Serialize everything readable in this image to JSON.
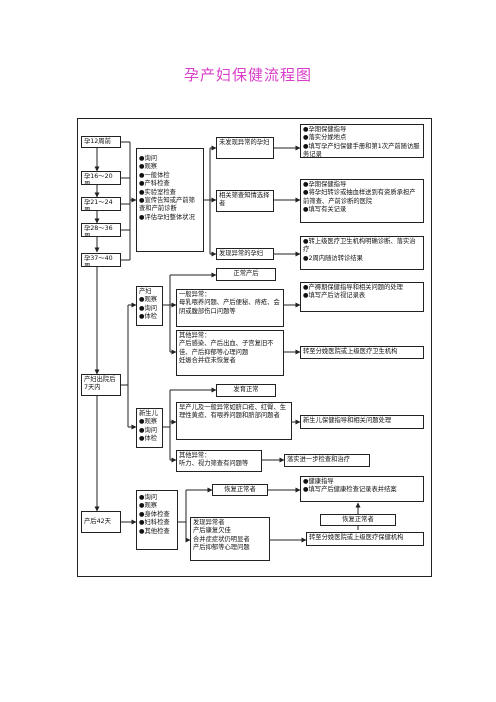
{
  "title": "孕产妇保健流程图",
  "stages": [
    "孕12周前",
    "孕16～20周",
    "孕21～24周",
    "孕28～36周",
    "孕37～40周",
    "产妇出院后7天内",
    "产后42天"
  ],
  "prenatal_checks": [
    "●询问",
    "●观察",
    "●一般体检",
    "●产科检查",
    "●实验室检查",
    "●宣传告知或产前筛查和产前诊断",
    "●评估孕妇整体状况"
  ],
  "prenatal_outcomes": {
    "normal": "未发现异常的孕妇",
    "normal_actions": [
      "●孕期保健指导",
      "●落实分娩地点",
      "●填写孕产妇保健手册和第1次产前随访服务记录"
    ],
    "suspected": "相关筛查知情选择者",
    "suspected_actions": [
      "●孕期保健指导",
      "●将孕妇转诊或抽血样送到有资质承担产前筛查、产前诊断的医院",
      "●填写有关记录"
    ],
    "abnormal": "发现异常的孕妇",
    "abnormal_actions": [
      "●转上级医疗卫生机构明确诊断、落实治疗",
      "●2周内随访转诊结果"
    ]
  },
  "postpartum_mother": {
    "checks": [
      "产妇",
      "●观察",
      "●询问",
      "●体检"
    ],
    "normal_label": "正常产后",
    "general_abnormal": [
      "一般异常：",
      "母乳喂养问题、产后便秘、痔疮、会阴或腹部伤口问题等"
    ],
    "general_actions": [
      "●产褥期保健指导和相关问题的处理",
      "●填写产后访视记录表"
    ],
    "other_abnormal": [
      "其他异常：",
      "产后感染、产后出血、子宫复旧不佳、产后抑郁等心理问题",
      "妊娠合并症未恢复者"
    ],
    "other_action": "转至分娩医院或上级医疗卫生机构"
  },
  "newborn": {
    "checks": [
      "新生儿",
      "●观察",
      "●询问",
      "●体检"
    ],
    "normal_label": "发育正常",
    "general_abnormal": [
      "早产儿及一般异常如脐口疮、红臀、生理性黄疸、有喂养问题和脐部问题者"
    ],
    "general_action": "新生儿保健指导和相关问题处理",
    "other_abnormal": [
      "其他异常：",
      "听力、视力筛查有问题等"
    ],
    "other_action": "落实进一步检查和治疗"
  },
  "postpartum_42": {
    "checks": [
      "●询问",
      "●观察",
      "●身体检查",
      "●妇科检查",
      "●其他检查"
    ],
    "recovered": "恢复正常者",
    "recovered_actions": [
      "●健康指导",
      "●填写产后健康检查记录表并结案"
    ],
    "recovered_again": "恢复正常者",
    "abnormal": [
      "发现异常者",
      "产后康复欠佳",
      "合并症症状仍明显者",
      "产后抑郁等心理问题"
    ],
    "abnormal_action": "转至分娩医院或上级医疗保健机构"
  }
}
